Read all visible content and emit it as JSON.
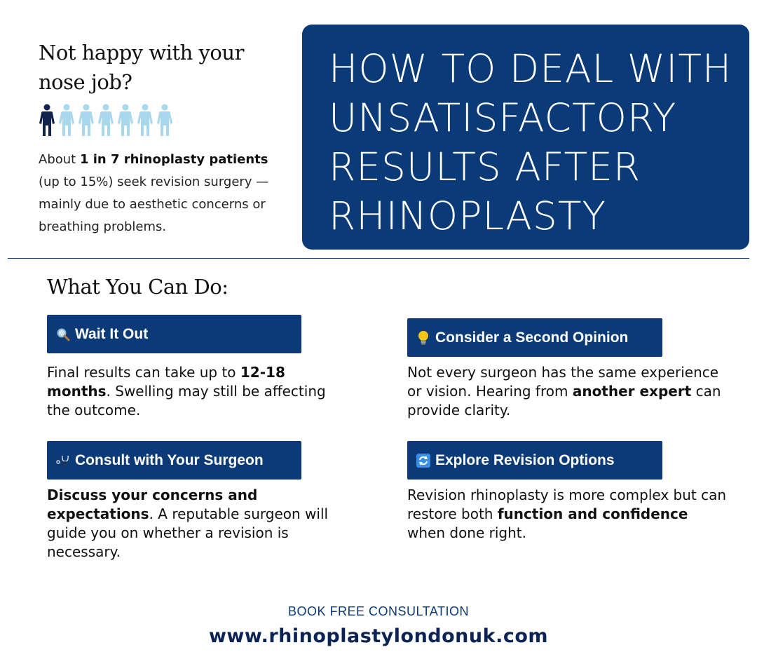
{
  "intro": {
    "heading": "Not happy with your nose job?",
    "people_total": 7,
    "people_highlighted": 1,
    "text_pre": "About ",
    "text_bold": "1 in 7 rhinoplasty patients",
    "text_post": " (up to 15%) seek revision surgery — mainly due to aesthetic concerns or breathing problems."
  },
  "title": "HOW TO DEAL WITH\nUNSATISFACTORY\nRESULTS AFTER\nRHINOPLASTY",
  "section_heading": "What You Can Do:",
  "options": [
    {
      "label": "Wait It Out",
      "icon": "magnifying-glass-icon",
      "text": [
        {
          "t": "Final results can take up to ",
          "b": false
        },
        {
          "t": "12-18 months",
          "b": true
        },
        {
          "t": ". Swelling may still be affecting the outcome.",
          "b": false
        }
      ]
    },
    {
      "label": "Consider a Second Opinion",
      "icon": "light-bulb-icon",
      "text": [
        {
          "t": "Not every surgeon has the same experience or vision. Hearing from ",
          "b": false
        },
        {
          "t": "another expert",
          "b": true
        },
        {
          "t": " can provide clarity.",
          "b": false
        }
      ]
    },
    {
      "label": "Consult with Your Surgeon",
      "icon": "stethoscope-icon",
      "text": [
        {
          "t": "Discuss your concerns and expectations",
          "b": true
        },
        {
          "t": ". A reputable surgeon will guide you on whether a revision is necessary.",
          "b": false
        }
      ]
    },
    {
      "label": "Explore Revision Options",
      "icon": "refresh-arrows-icon",
      "text": [
        {
          "t": "Revision rhinoplasty is more complex but can restore both ",
          "b": false
        },
        {
          "t": "function and confidence",
          "b": true
        },
        {
          "t": " when done right.",
          "b": false
        }
      ]
    }
  ],
  "cta": {
    "label": "BOOK FREE CONSULTATION",
    "url": "www.rhinoplastylondonuk.com"
  },
  "colors": {
    "navy": "#0b3a78",
    "light_blue": "#a7d8ee",
    "dark_person": "#10234d",
    "bulb": "#f5c518",
    "refresh": "#3a8ee6"
  }
}
